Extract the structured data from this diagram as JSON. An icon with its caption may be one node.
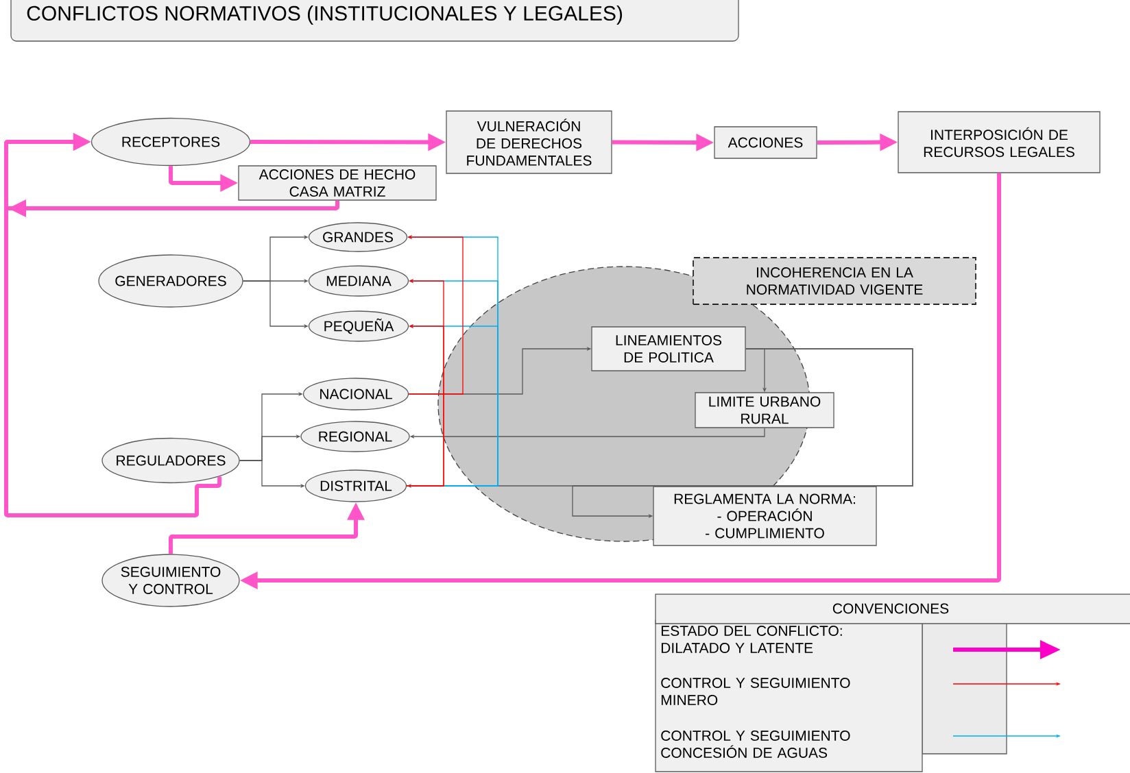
{
  "diagram": {
    "title": "CONFLICTOS NORMATIVOS (INSTITUCIONALES Y LEGALES)",
    "nodes": [
      {
        "text": [
          "RECEPTORES"
        ]
      },
      {
        "text": [
          "VULNERACIÓN DE DERECHOS FUNDAMENTALES"
        ]
      },
      {
        "text": [
          "ACCIONES"
        ]
      },
      {
        "text": [
          "INTERPOSICIÓN DE RECURSOS LEGALES"
        ]
      },
      {
        "text": [
          "ACCIONES DE HECHO CASA MATRIZ"
        ]
      },
      {
        "text": [
          "GENERADORES"
        ]
      },
      {
        "text": [
          "GRANDES"
        ]
      },
      {
        "text": [
          "MEDIANA"
        ]
      },
      {
        "text": [
          "PEQUEÑA"
        ]
      },
      {
        "text": [
          "INCOHERENCIA EN LA NORMATIVIDAD VIGENTE"
        ]
      },
      {
        "text": [
          "LINEAMIENTOS DE POLITICA"
        ]
      },
      {
        "text": [
          "LIMITE URBANO RURAL"
        ]
      },
      {
        "text": [
          "NACIONAL"
        ]
      },
      {
        "text": [
          "REGIONAL"
        ]
      },
      {
        "text": [
          "REGULADORES"
        ]
      },
      {
        "text": [
          "DISTRITAL"
        ]
      },
      {
        "text": [
          "REGLAMENTA LA NORMA:",
          "- OPERACIÓN",
          "- CUMPLIMIENTO"
        ]
      },
      {
        "text": [
          "SEGUIMIENTO Y CONTROL"
        ]
      }
    ],
    "edges": [
      {
        "from": 0,
        "to": 1,
        "arrow": "to",
        "style": "thick",
        "color": "#ff55c8"
      },
      {
        "from": 1,
        "to": 2,
        "arrow": "to",
        "style": "thick",
        "color": "#ff55c8"
      },
      {
        "from": 2,
        "to": 3,
        "arrow": "to",
        "style": "thick",
        "color": "#ff55c8"
      },
      {
        "from": 0,
        "to": 4,
        "arrow": "to",
        "style": "thick",
        "color": "#ff55c8"
      },
      {
        "from": 4,
        "to": 0,
        "arrow": "to",
        "style": "thick",
        "color": "#ff55c8"
      },
      {
        "from": 14,
        "to": 0,
        "arrow": "to",
        "style": "thick",
        "color": "#ff55c8"
      },
      {
        "from": 3,
        "to": 17,
        "arrow": "to",
        "style": "thick",
        "color": "#ff55c8"
      },
      {
        "from": 17,
        "to": 15,
        "arrow": "to",
        "style": "thick",
        "color": "#ff55c8"
      },
      {
        "from": 5,
        "to": 6,
        "arrow": "to"
      },
      {
        "from": 5,
        "to": 7,
        "arrow": "to"
      },
      {
        "from": 5,
        "to": 8,
        "arrow": "to"
      },
      {
        "from": 14,
        "to": 12,
        "arrow": "to"
      },
      {
        "from": 14,
        "to": 13,
        "arrow": "to"
      },
      {
        "from": 14,
        "to": 15,
        "arrow": "to"
      },
      {
        "from": 12,
        "to": 10,
        "arrow": "to"
      },
      {
        "from": 10,
        "to": 11,
        "arrow": "to"
      },
      {
        "from": 11,
        "to": 13,
        "arrow": "to"
      },
      {
        "from": 10,
        "to": 15,
        "arrow": "to"
      },
      {
        "from": 10,
        "to": 16,
        "arrow": "to"
      },
      {
        "from": 12,
        "to": 6,
        "arrow": "to",
        "color": "#ff0000"
      },
      {
        "from": 15,
        "to": 7,
        "arrow": "to",
        "color": "#ff0000"
      },
      {
        "from": 15,
        "to": 8,
        "arrow": "to",
        "color": "#ff0000"
      },
      {
        "from": 15,
        "to": 6,
        "arrow": "to",
        "color": "#00aeef"
      },
      {
        "from": 15,
        "to": 7,
        "arrow": "to",
        "color": "#00aeef"
      },
      {
        "from": 15,
        "to": 8,
        "arrow": "to",
        "color": "#00aeef"
      }
    ],
    "labels": [
      "CONVENCIONES"
    ],
    "legend": [
      {
        "text": "ESTADO DEL CONFLICTO: DILATADO Y LATENTE"
      },
      {
        "text": "CONTROL Y SEGUIMIENTO MINERO"
      },
      {
        "text": "CONTROL Y SEGUIMIENTO CONCESIÓN DE AGUAS"
      }
    ]
  }
}
